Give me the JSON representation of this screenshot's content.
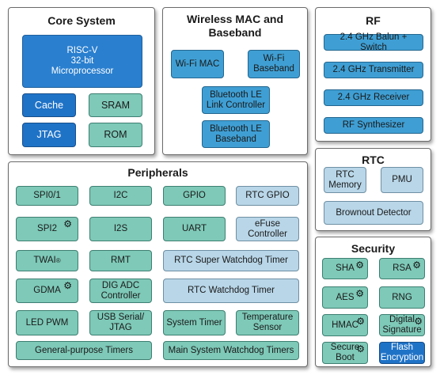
{
  "core": {
    "title": "Core System",
    "cpu": [
      "RISC-V",
      "32-bit",
      "Microprocessor"
    ],
    "cache": "Cache",
    "sram": "SRAM",
    "jtag": "JTAG",
    "rom": "ROM"
  },
  "wireless": {
    "title": [
      "Wireless MAC and",
      "Baseband"
    ],
    "wifi_mac": "Wi-Fi MAC",
    "wifi_baseband": [
      "Wi-Fi",
      "Baseband"
    ],
    "ble_link": [
      "Bluetooth LE",
      "Link Controller"
    ],
    "ble_baseband": [
      "Bluetooth LE",
      "Baseband"
    ]
  },
  "rf": {
    "title": "RF",
    "items": [
      "2.4 GHz Balun + Switch",
      "2.4 GHz Transmitter",
      "2.4 GHz Receiver",
      "RF Synthesizer"
    ]
  },
  "rtc": {
    "title": "RTC",
    "memory": [
      "RTC",
      "Memory"
    ],
    "pmu": "PMU",
    "brownout": "Brownout Detector"
  },
  "peripherals": {
    "title": "Peripherals",
    "spi01": "SPI0/1",
    "i2c": "I2C",
    "gpio": "GPIO",
    "rtc_gpio": "RTC GPIO",
    "spi2": "SPI2",
    "i2s": "I2S",
    "uart": "UART",
    "efuse": [
      "eFuse",
      "Controller"
    ],
    "twai": "TWAI",
    "twai_sup": "®",
    "rmt": "RMT",
    "rtc_super_wdt": "RTC Super Watchdog Timer",
    "gdma": "GDMA",
    "dig_adc": [
      "DIG ADC",
      "Controller"
    ],
    "rtc_wdt": "RTC Watchdog Timer",
    "led_pwm": "LED PWM",
    "usb_serial": [
      "USB Serial/",
      "JTAG"
    ],
    "system_timer": "System Timer",
    "temp_sensor": [
      "Temperature",
      "Sensor"
    ],
    "gp_timers": "General-purpose Timers",
    "main_wdt": "Main System Watchdog Timers"
  },
  "security": {
    "title": "Security",
    "sha": "SHA",
    "rsa": "RSA",
    "aes": "AES",
    "rng": "RNG",
    "hmac": "HMAC",
    "digital_signature": [
      "Digital",
      "Signature"
    ],
    "secure_boot": [
      "Secure",
      "Boot"
    ],
    "flash_encryption": [
      "Flash",
      "Encryption"
    ]
  },
  "icons": {
    "gear": "⚙"
  },
  "colors": {
    "teal": "#7ec9b8",
    "blue": "#3f9fd4",
    "dark_blue": "#1f73c7",
    "light_blue": "#b8d6e8"
  }
}
